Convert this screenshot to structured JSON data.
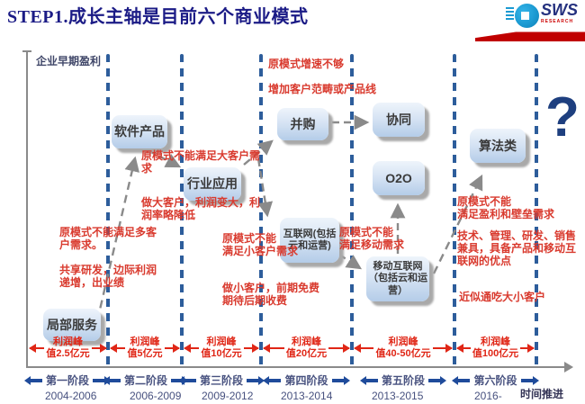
{
  "header": {
    "title": "STEP1.成长主轴是目前六个商业模式",
    "logo_text": "SWS",
    "logo_subtext": "RESEARCH"
  },
  "chart": {
    "y_axis_label": "企业早期盈利",
    "time_label": "时间推进",
    "question_mark": "?"
  },
  "boxes": {
    "local_service": "局部服务",
    "software_product": "软件产品",
    "industry_app": "行业应用",
    "merger": "并购",
    "synergy": "协同",
    "o2o": "O2O",
    "internet": "互联网(包括\n云和运营)",
    "mobile_internet": "移动互联网\n（包括云和运\n营）",
    "algorithm": "算法类"
  },
  "notes": {
    "multi_customer": "原模式不能满足多客\n户需求。",
    "shared_rd": "共享研发，边际利润\n递增，出业绩",
    "big_customer": "原模式不能满足大客户需\n求",
    "do_big_customer": "做大客户，利润变大，利\n润率略降低",
    "growth_not_enough": "原模式增速不够",
    "expand_scope": "增加客户范畴或产品线",
    "small_customer": "原模式不能\n满足小客户需求",
    "do_small_customer": "做小客户，前期免费\n期待后期收费",
    "mobile_demand": "原模式不能\n满足移动需求",
    "profit_barrier": "原模式不能\n满足盈利和壁垒需求",
    "tech_mgmt": "技术、管理、研发、销售\n兼具，具备产品和移动互\n联网的优点",
    "all_customers": "近似通吃大小客户"
  },
  "stages": [
    {
      "label": "第一阶段",
      "years": "2004-2006",
      "peak": "利润峰\n值2.5亿元"
    },
    {
      "label": "第二阶段",
      "years": "2006-2009",
      "peak": "利润峰\n值5亿元"
    },
    {
      "label": "第三阶段",
      "years": "2009-2012",
      "peak": "利润峰\n值10亿元"
    },
    {
      "label": "第四阶段",
      "years": "2013-2014",
      "peak": "利润峰\n值20亿元"
    },
    {
      "label": "第五阶段",
      "years": "2013-2015",
      "peak": "利润峰\n值40-50亿元"
    },
    {
      "label": "第六阶段",
      "years": "2016-",
      "peak": "利润峰\n值100亿元"
    }
  ]
}
